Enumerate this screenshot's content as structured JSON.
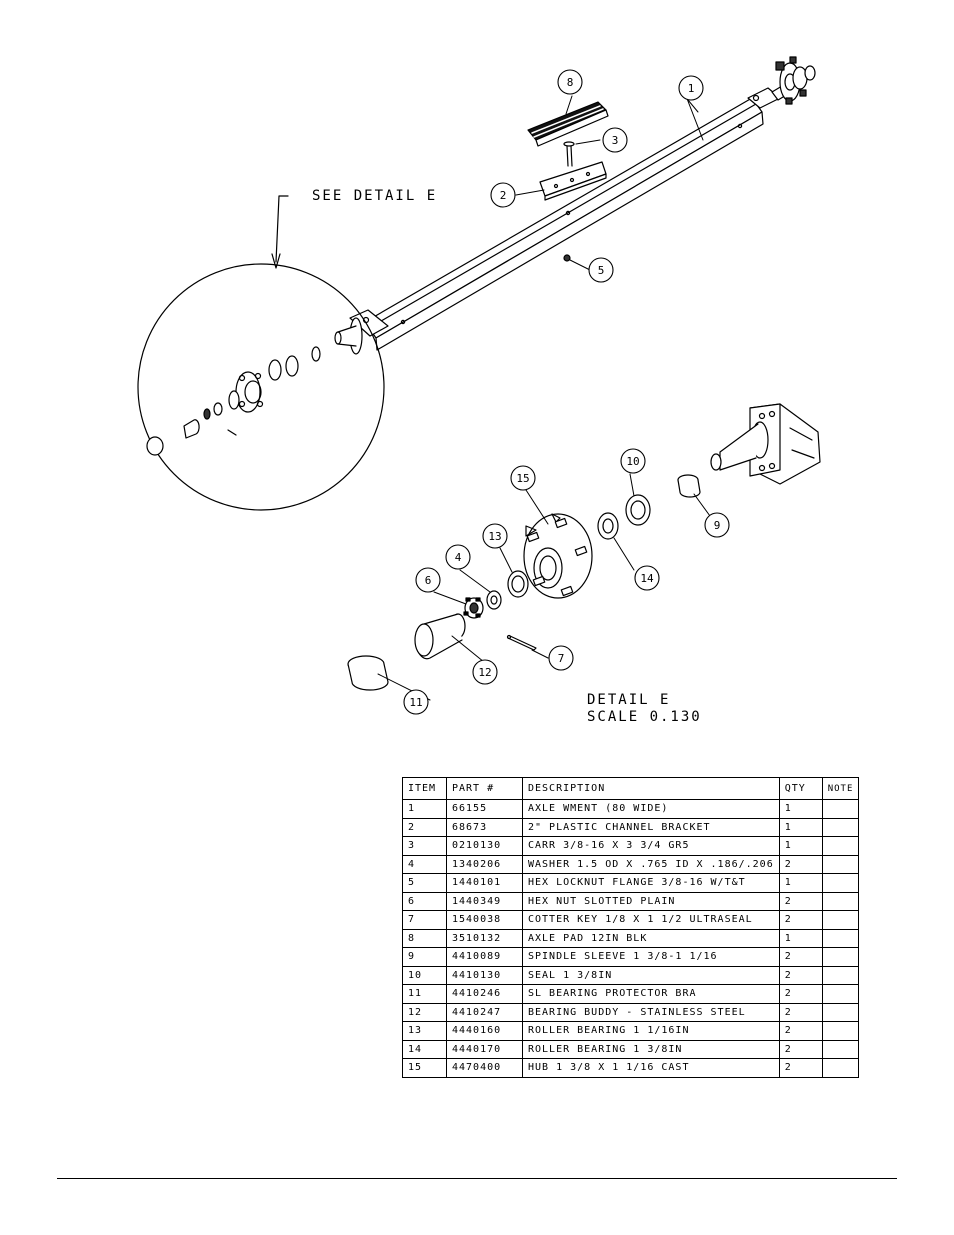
{
  "callouts": {
    "see_detail": "SEE DETAIL  E",
    "detail_title": "DETAIL  E",
    "detail_scale": "SCALE  0.130"
  },
  "balloons": [
    "1",
    "2",
    "3",
    "5",
    "8",
    "4",
    "6",
    "7",
    "9",
    "10",
    "11",
    "12",
    "13",
    "14",
    "15"
  ],
  "table": {
    "headers": {
      "item": "ITEM",
      "part": "PART #",
      "description": "DESCRIPTION",
      "qty": "QTY",
      "note": "NOTE"
    },
    "rows": [
      {
        "item": "1",
        "part": "66155",
        "description": "AXLE WMENT (80 WIDE)",
        "qty": "1",
        "note": ""
      },
      {
        "item": "2",
        "part": "68673",
        "description": "2\" PLASTIC CHANNEL BRACKET",
        "qty": "1",
        "note": ""
      },
      {
        "item": "3",
        "part": "0210130",
        "description": "CARR 3/8-16 X 3 3/4 GR5",
        "qty": "1",
        "note": ""
      },
      {
        "item": "4",
        "part": "1340206",
        "description": "WASHER 1.5 OD X .765 ID X .186/.206",
        "qty": "2",
        "note": ""
      },
      {
        "item": "5",
        "part": "1440101",
        "description": "HEX LOCKNUT FLANGE 3/8-16 W/T&T",
        "qty": "1",
        "note": ""
      },
      {
        "item": "6",
        "part": "1440349",
        "description": "HEX NUT SLOTTED PLAIN",
        "qty": "2",
        "note": ""
      },
      {
        "item": "7",
        "part": "1540038",
        "description": "COTTER KEY 1/8 X 1 1/2 ULTRASEAL",
        "qty": "2",
        "note": ""
      },
      {
        "item": "8",
        "part": "3510132",
        "description": "AXLE PAD 12IN  BLK",
        "qty": "1",
        "note": ""
      },
      {
        "item": "9",
        "part": "4410089",
        "description": "SPINDLE SLEEVE  1 3/8-1 1/16",
        "qty": "2",
        "note": ""
      },
      {
        "item": "10",
        "part": "4410130",
        "description": "SEAL  1 3/8IN",
        "qty": "2",
        "note": ""
      },
      {
        "item": "11",
        "part": "4410246",
        "description": "SL BEARING PROTECTOR BRA",
        "qty": "2",
        "note": ""
      },
      {
        "item": "12",
        "part": "4410247",
        "description": "BEARING BUDDY - STAINLESS STEEL",
        "qty": "2",
        "note": ""
      },
      {
        "item": "13",
        "part": "4440160",
        "description": "ROLLER BEARING   1 1/16IN",
        "qty": "2",
        "note": ""
      },
      {
        "item": "14",
        "part": "4440170",
        "description": "ROLLER BEARING   1 3/8IN",
        "qty": "2",
        "note": ""
      },
      {
        "item": "15",
        "part": "4470400",
        "description": "HUB   1 3/8 X 1 1/16 CAST",
        "qty": "2",
        "note": ""
      }
    ]
  }
}
